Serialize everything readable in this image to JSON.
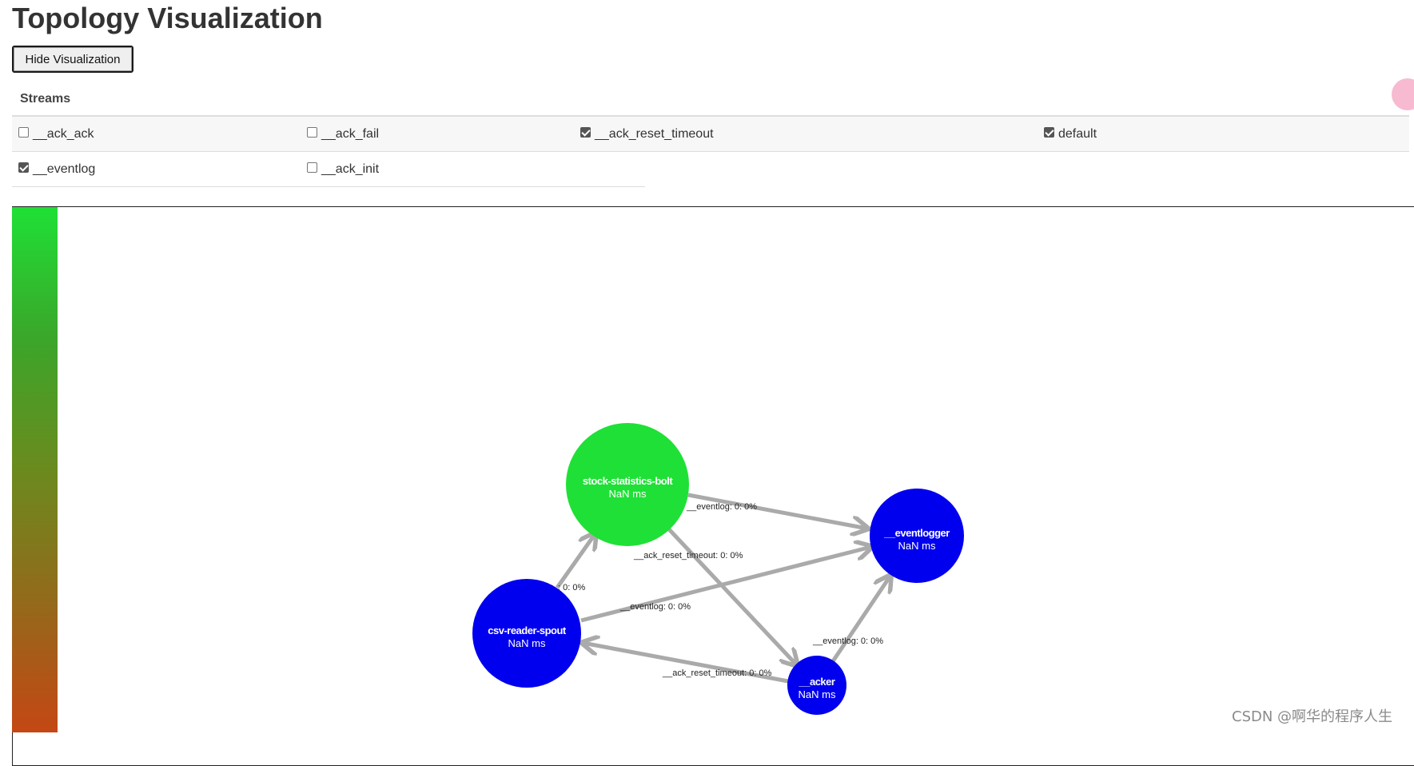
{
  "page": {
    "title": "Topology Visualization"
  },
  "toolbar": {
    "toggle_label": "Hide Visualization"
  },
  "streams": {
    "header": "Streams",
    "items": [
      {
        "label": "__ack_ack",
        "checked": false
      },
      {
        "label": "__ack_fail",
        "checked": false
      },
      {
        "label": "__ack_reset_timeout",
        "checked": true
      },
      {
        "label": "default",
        "checked": true
      },
      {
        "label": "__eventlog",
        "checked": true
      },
      {
        "label": "__ack_init",
        "checked": false
      }
    ]
  },
  "graph": {
    "nodes": [
      {
        "name": "stock-statistics-bolt",
        "latency": "NaN ms",
        "color": "#1fe036"
      },
      {
        "name": "__eventlogger",
        "latency": "NaN ms",
        "color": "#0000ee"
      },
      {
        "name": "csv-reader-spout",
        "latency": "NaN ms",
        "color": "#0000ee"
      },
      {
        "name": "__acker",
        "latency": "NaN ms",
        "color": "#0000ee"
      }
    ],
    "edges": [
      {
        "from": "stock-statistics-bolt",
        "to": "__eventlogger",
        "label": "__eventlog: 0: 0%"
      },
      {
        "from": "stock-statistics-bolt",
        "to": "__acker",
        "label": "__ack_reset_timeout: 0: 0%"
      },
      {
        "from": "csv-reader-spout",
        "to": "stock-statistics-bolt",
        "label": ": 0: 0%"
      },
      {
        "from": "csv-reader-spout",
        "to": "__eventlogger",
        "label": "__eventlog: 0: 0%"
      },
      {
        "from": "__acker",
        "to": "__eventlogger",
        "label": "__eventlog: 0: 0%"
      },
      {
        "from": "__acker",
        "to": "csv-reader-spout",
        "label": "__ack_reset_timeout: 0: 0%"
      }
    ],
    "edge_color": "#aaaaaa"
  },
  "legend": {
    "gradient_top_color": "#1fe036",
    "gradient_bottom_color": "#c44714"
  },
  "watermark": "CSDN @啊华的程序人生"
}
